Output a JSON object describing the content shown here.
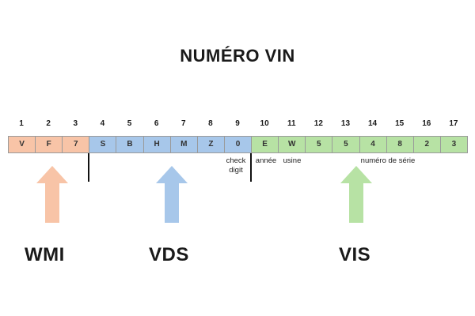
{
  "title": "NUMÉRO VIN",
  "positions": [
    "1",
    "2",
    "3",
    "4",
    "5",
    "6",
    "7",
    "8",
    "9",
    "10",
    "11",
    "12",
    "13",
    "14",
    "15",
    "16",
    "17"
  ],
  "cells": [
    {
      "char": "V",
      "group": "wmi"
    },
    {
      "char": "F",
      "group": "wmi"
    },
    {
      "char": "7",
      "group": "wmi"
    },
    {
      "char": "S",
      "group": "vds"
    },
    {
      "char": "B",
      "group": "vds"
    },
    {
      "char": "H",
      "group": "vds"
    },
    {
      "char": "M",
      "group": "vds"
    },
    {
      "char": "Z",
      "group": "vds"
    },
    {
      "char": "0",
      "group": "vds"
    },
    {
      "char": "E",
      "group": "vis"
    },
    {
      "char": "W",
      "group": "vis"
    },
    {
      "char": "5",
      "group": "vis"
    },
    {
      "char": "5",
      "group": "vis"
    },
    {
      "char": "4",
      "group": "vis"
    },
    {
      "char": "8",
      "group": "vis"
    },
    {
      "char": "2",
      "group": "vis"
    },
    {
      "char": "3",
      "group": "vis"
    }
  ],
  "colors": {
    "wmi": "#f8c4a7",
    "vds": "#a7c7ea",
    "vis": "#b7e2a4"
  },
  "labels": {
    "check_digit_line1": "check",
    "check_digit_line2": "digit",
    "annee": "année",
    "usine": "usine",
    "numero_serie": "numéro de série"
  },
  "sections": {
    "wmi": "WMI",
    "vds": "VDS",
    "vis": "VIS"
  }
}
